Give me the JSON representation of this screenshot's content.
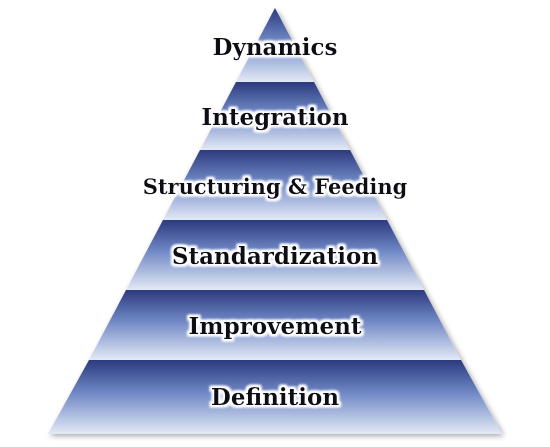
{
  "levels": [
    {
      "label": "Dynamics"
    },
    {
      "label": "Integration"
    },
    {
      "label": "Structuring & Feeding"
    },
    {
      "label": "Standardization"
    },
    {
      "label": "Improvement"
    },
    {
      "label": "Definition"
    }
  ],
  "colors": {
    "band_dark": "#2b3a7e",
    "band_mid": "#7189c6",
    "band_light": "#e3e9f6",
    "text": "#0a0a14",
    "text_halo": "#ffffff"
  }
}
